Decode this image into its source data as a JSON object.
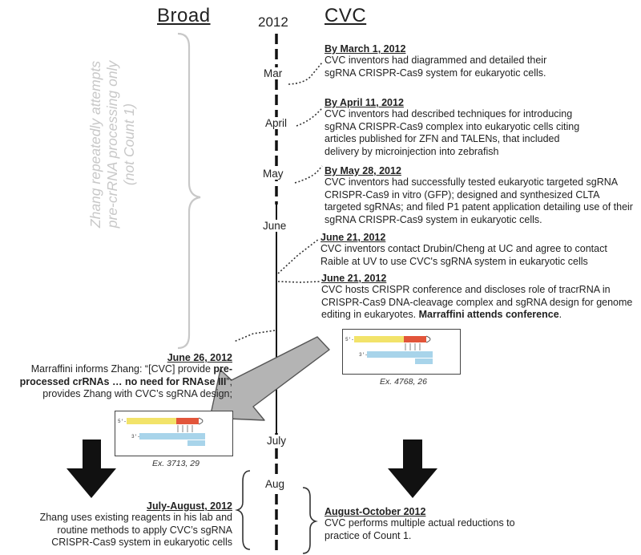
{
  "headers": {
    "broad": "Broad",
    "year": "2012",
    "cvc": "CVC"
  },
  "months": {
    "mar": "Mar",
    "april": "April",
    "may": "May",
    "june": "June",
    "july": "July",
    "aug": "Aug"
  },
  "broad_note": {
    "line1": "Zhang repeatedly attempts",
    "line2": "pre-crRNA processing only",
    "line3": "(not Count 1)"
  },
  "cvc_events": [
    {
      "date": "By March 1, 2012",
      "text": "CVC inventors had diagrammed and detailed their sgRNA CRISPR-Cas9 system for eukaryotic cells."
    },
    {
      "date": "By April 11, 2012",
      "text": "CVC inventors had described techniques for introducing sgRNA CRISPR-Cas9 complex into eukaryotic cells citing articles published for ZFN and TALENs, that included delivery by microinjection into zebrafish"
    },
    {
      "date": "By May 28, 2012",
      "text": "CVC inventors had successfully tested eukaryotic targeted sgRNA CRISPR-Cas9 in vitro (GFP); designed and synthesized CLTA targeted sgRNAs; and filed P1 patent application detailing use of their sgRNA CRISPR-Cas9 system in eukaryotic cells."
    },
    {
      "date": "June 21, 2012",
      "text": "CVC inventors contact Drubin/Cheng at UC and agree to contact Raible at UV to use CVC's sgRNA system in eukaryotic cells"
    },
    {
      "date": "June 21, 2012",
      "text": "CVC hosts CRISPR conference and discloses role of tracrRNA in CRISPR-Cas9 DNA-cleavage complex and sgRNA design for genome editing in eukaryotes.",
      "bold": "Marraffini attends conference",
      "tail": "."
    },
    {
      "date": "August-October 2012",
      "text": "CVC performs multiple actual reductions to practice of Count 1."
    }
  ],
  "broad_events": [
    {
      "date": "June 26, 2012",
      "p1": "Marraffini informs Zhang: “[CVC] provide ",
      "b1": "pre-processed crRNAs … no need for RNAse III",
      "p2": "”; provides Zhang with CVC’s sgRNA design;"
    },
    {
      "date": "July-August, 2012",
      "text": "Zhang uses existing reagents in his lab and routine methods to apply CVC’s sgRNA CRISPR-Cas9 system in eukaryotic cells"
    }
  ],
  "exhibits": {
    "cvc": "Ex. 4768, 26",
    "broad": "Ex. 3713, 29"
  },
  "colors": {
    "seq_yellow": "#f2e36a",
    "seq_red": "#e2553a",
    "seq_blue": "#a8d4ea",
    "arrow_gray": "#b4b4b4",
    "arrow_black": "#111111"
  }
}
